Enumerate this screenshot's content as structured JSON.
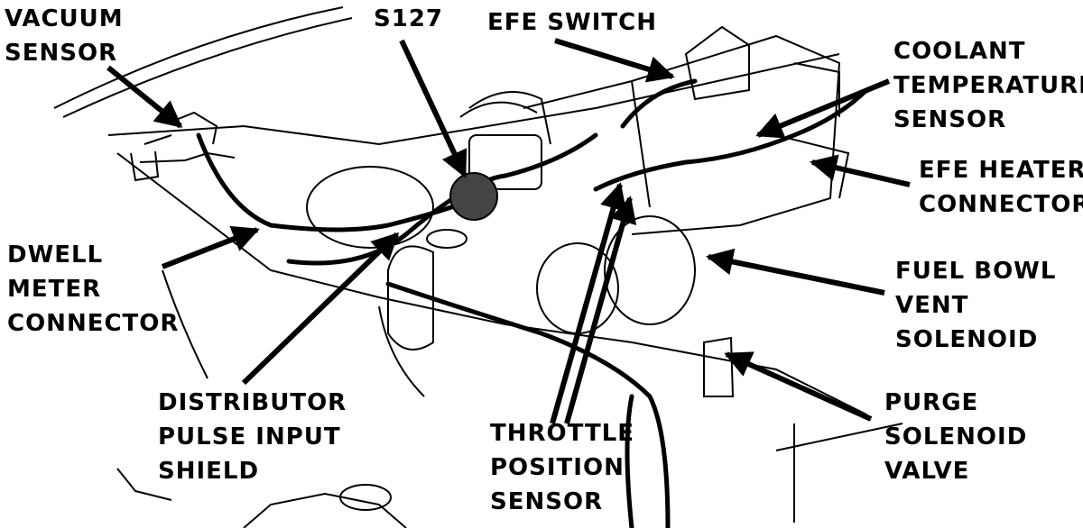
{
  "colors": {
    "ink": "#000000",
    "paper": "#ffffff"
  },
  "labels": {
    "vacuum_sensor": [
      "VACUUM",
      "SENSOR"
    ],
    "s127": "S127",
    "efe_switch": "EFE SWITCH",
    "coolant_temperature_sensor": [
      "COOLANT",
      "TEMPERATURE",
      "SENSOR"
    ],
    "efe_heater_connector": [
      "EFE HEATER",
      "CONNECTOR"
    ],
    "dwell_meter_connector": [
      "DWELL",
      "METER",
      "CONNECTOR"
    ],
    "fuel_bowl_vent_solenoid": [
      "FUEL BOWL",
      "VENT",
      "SOLENOID"
    ],
    "distributor_pulse_input_shield": [
      "DISTRIBUTOR",
      "PULSE INPUT",
      "SHIELD"
    ],
    "throttle_position_sensor": [
      "THROTTLE",
      "POSITION",
      "SENSOR"
    ],
    "purge_solenoid_valve": [
      "PURGE",
      "SOLENOID",
      "VALVE"
    ]
  }
}
